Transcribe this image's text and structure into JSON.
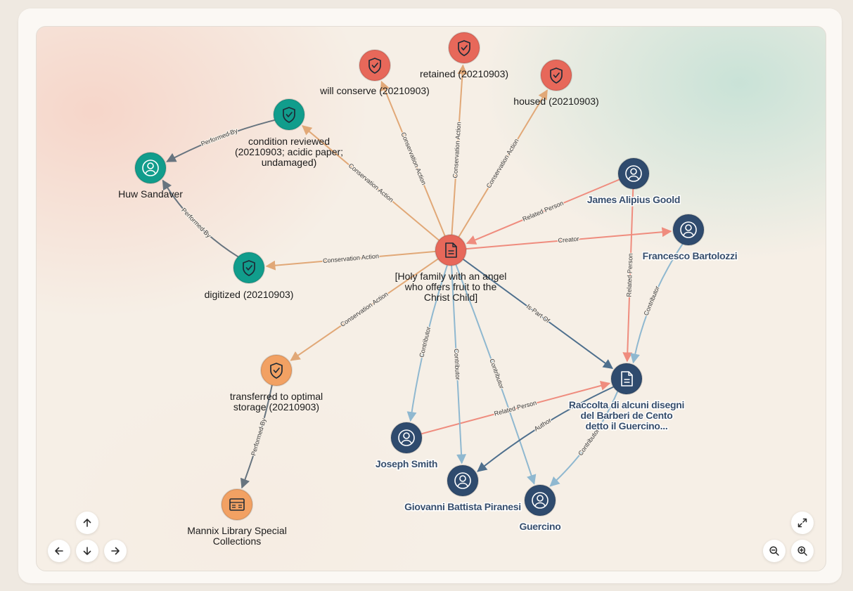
{
  "colors": {
    "red_node": "#e7685a",
    "teal_node": "#119d8c",
    "orange_node": "#f2a163",
    "navy_node": "#2f4b6e",
    "edge_conservation": "#e1a877",
    "edge_related": "#ef8c7e",
    "edge_contributor": "#8fb8d0",
    "edge_dark": "#4e6f8d",
    "edge_performed": "#67747f"
  },
  "nodes": [
    {
      "id": "holy",
      "kind": "document",
      "color": "red",
      "label": [
        "[Holy family with an angel",
        "who offers fruit to the",
        "Christ Child]"
      ],
      "style": "plain"
    },
    {
      "id": "willconserve",
      "kind": "shield",
      "color": "red",
      "label": [
        "will conserve (20210903)"
      ],
      "style": "plain"
    },
    {
      "id": "retained",
      "kind": "shield",
      "color": "red",
      "label": [
        "retained (20210903)"
      ],
      "style": "plain"
    },
    {
      "id": "housed",
      "kind": "shield",
      "color": "red",
      "label": [
        "housed (20210903)"
      ],
      "style": "plain"
    },
    {
      "id": "condition",
      "kind": "shield",
      "color": "teal",
      "label": [
        "condition reviewed",
        "(20210903; acidic paper;",
        "undamaged)"
      ],
      "style": "plain"
    },
    {
      "id": "huw",
      "kind": "person",
      "color": "teal",
      "label": [
        "Huw Sandaver"
      ],
      "style": "plain"
    },
    {
      "id": "digitized",
      "kind": "shield",
      "color": "teal",
      "label": [
        "digitized (20210903)"
      ],
      "style": "plain"
    },
    {
      "id": "transferred",
      "kind": "shield",
      "color": "orange",
      "label": [
        "transferred to optimal",
        "storage (20210903)"
      ],
      "style": "plain"
    },
    {
      "id": "mannix",
      "kind": "library",
      "color": "orange",
      "label": [
        "Mannix Library Special",
        "Collections"
      ],
      "style": "plain"
    },
    {
      "id": "goold",
      "kind": "person",
      "color": "navy",
      "label": [
        "James Alipius Goold"
      ],
      "style": "halo"
    },
    {
      "id": "bartolozzi",
      "kind": "person",
      "color": "navy",
      "label": [
        "Francesco Bartolozzi"
      ],
      "style": "halo"
    },
    {
      "id": "raccolta",
      "kind": "document",
      "color": "navy",
      "label": [
        "Raccolta di alcuni disegni",
        "del Barberi de Cento",
        "detto il Guercino..."
      ],
      "style": "halo"
    },
    {
      "id": "smith",
      "kind": "person",
      "color": "navy",
      "label": [
        "Joseph Smith"
      ],
      "style": "halo"
    },
    {
      "id": "piranesi",
      "kind": "person",
      "color": "navy",
      "label": [
        "Giovanni Battista Piranesi"
      ],
      "style": "halo"
    },
    {
      "id": "guercino",
      "kind": "person",
      "color": "navy",
      "label": [
        "Guercino"
      ],
      "style": "halo"
    }
  ],
  "edges": [
    {
      "from": "holy",
      "to": "willconserve",
      "label": "Conservation Action",
      "type": "conservation"
    },
    {
      "from": "holy",
      "to": "retained",
      "label": "Conservation Action",
      "type": "conservation"
    },
    {
      "from": "holy",
      "to": "housed",
      "label": "Conservation Action",
      "type": "conservation"
    },
    {
      "from": "holy",
      "to": "condition",
      "label": "Conservation Action",
      "type": "conservation"
    },
    {
      "from": "holy",
      "to": "digitized",
      "label": "Conservation Action",
      "type": "conservation"
    },
    {
      "from": "holy",
      "to": "transferred",
      "label": "Conservation Action",
      "type": "conservation"
    },
    {
      "from": "condition",
      "to": "huw",
      "label": "Performed By",
      "type": "performed"
    },
    {
      "from": "digitized",
      "to": "huw",
      "label": "Performed By",
      "type": "performed"
    },
    {
      "from": "transferred",
      "to": "mannix",
      "label": "Performed By",
      "type": "performed"
    },
    {
      "from": "goold",
      "to": "holy",
      "label": "Related Person",
      "type": "related"
    },
    {
      "from": "holy",
      "to": "bartolozzi",
      "label": "Creator",
      "type": "related"
    },
    {
      "from": "goold",
      "to": "raccolta",
      "label": "Related Person",
      "type": "related"
    },
    {
      "from": "smith",
      "to": "raccolta",
      "label": "Related Person",
      "type": "related"
    },
    {
      "from": "bartolozzi",
      "to": "raccolta",
      "label": "Contributor",
      "type": "contributor"
    },
    {
      "from": "holy",
      "to": "raccolta",
      "label": "Is Part Of",
      "type": "dark"
    },
    {
      "from": "holy",
      "to": "smith",
      "label": "Contributor",
      "type": "contributor"
    },
    {
      "from": "holy",
      "to": "piranesi",
      "label": "Contributor",
      "type": "contributor"
    },
    {
      "from": "holy",
      "to": "guercino",
      "label": "Contributor",
      "type": "contributor"
    },
    {
      "from": "raccolta",
      "to": "piranesi",
      "label": "Author",
      "type": "dark"
    },
    {
      "from": "raccolta",
      "to": "guercino",
      "label": "Contributor",
      "type": "contributor"
    }
  ],
  "controls": {
    "pan_up": "arrow-up-icon",
    "pan_down": "arrow-down-icon",
    "pan_left": "arrow-left-icon",
    "pan_right": "arrow-right-icon",
    "zoom_in": "zoom-in-icon",
    "zoom_out": "zoom-out-icon",
    "fit": "expand-icon"
  }
}
